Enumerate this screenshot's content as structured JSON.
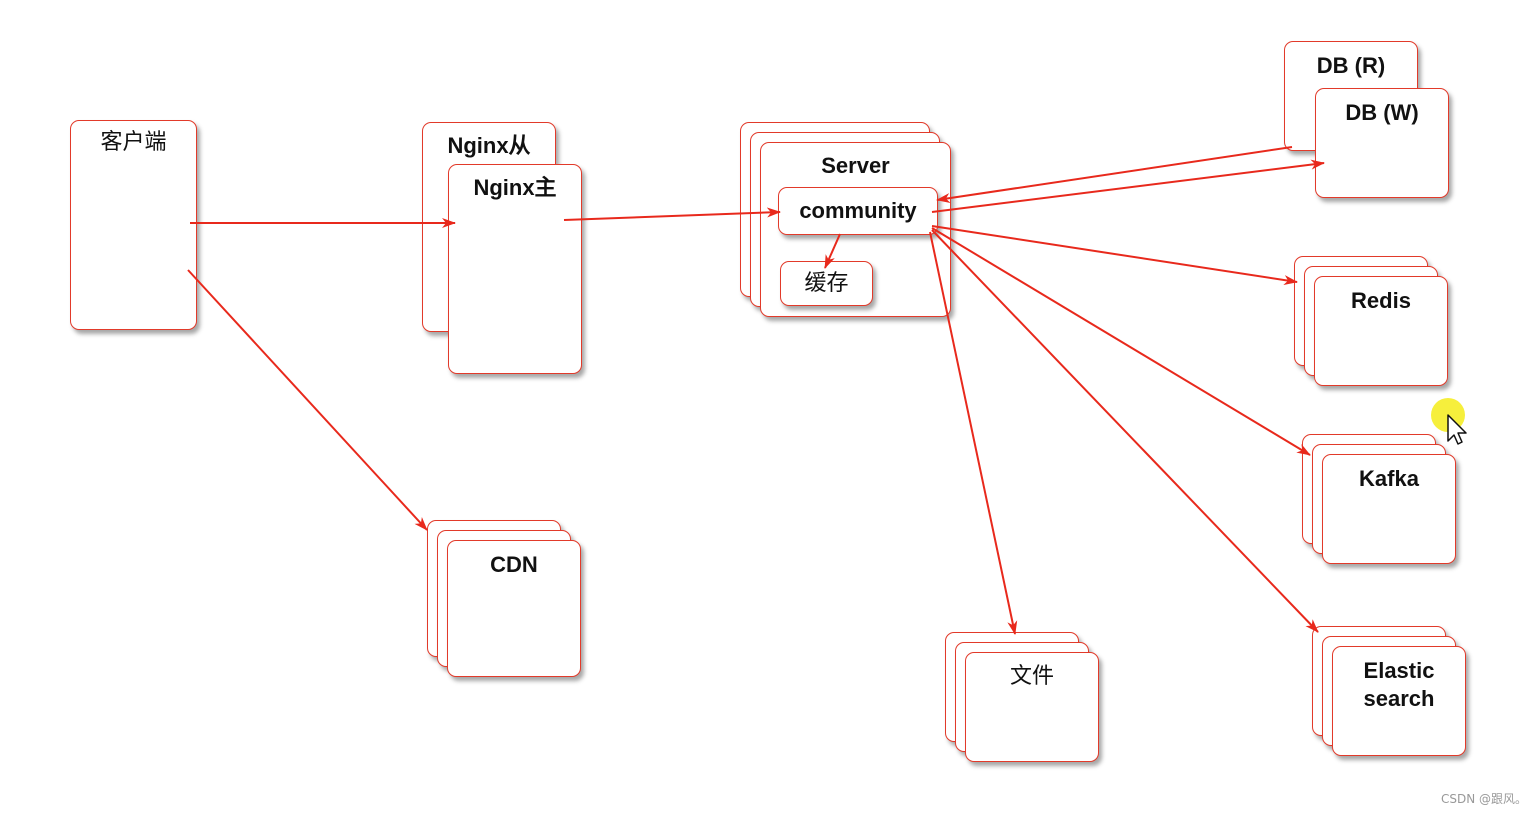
{
  "nodes": {
    "client": "客户端",
    "nginx_slave": "Nginx从",
    "nginx_master": "Nginx主",
    "server": "Server",
    "community": "community",
    "cache": "缓存",
    "db_read": "DB (R)",
    "db_write": "DB (W)",
    "redis": "Redis",
    "kafka": "Kafka",
    "elasticsearch_line1": "Elastic",
    "elasticsearch_line2": "search",
    "files": "文件",
    "cdn": "CDN"
  },
  "watermark": "CSDN @跟风。",
  "colors": {
    "arrow": "#e8291c",
    "border": "#e23a2a"
  }
}
